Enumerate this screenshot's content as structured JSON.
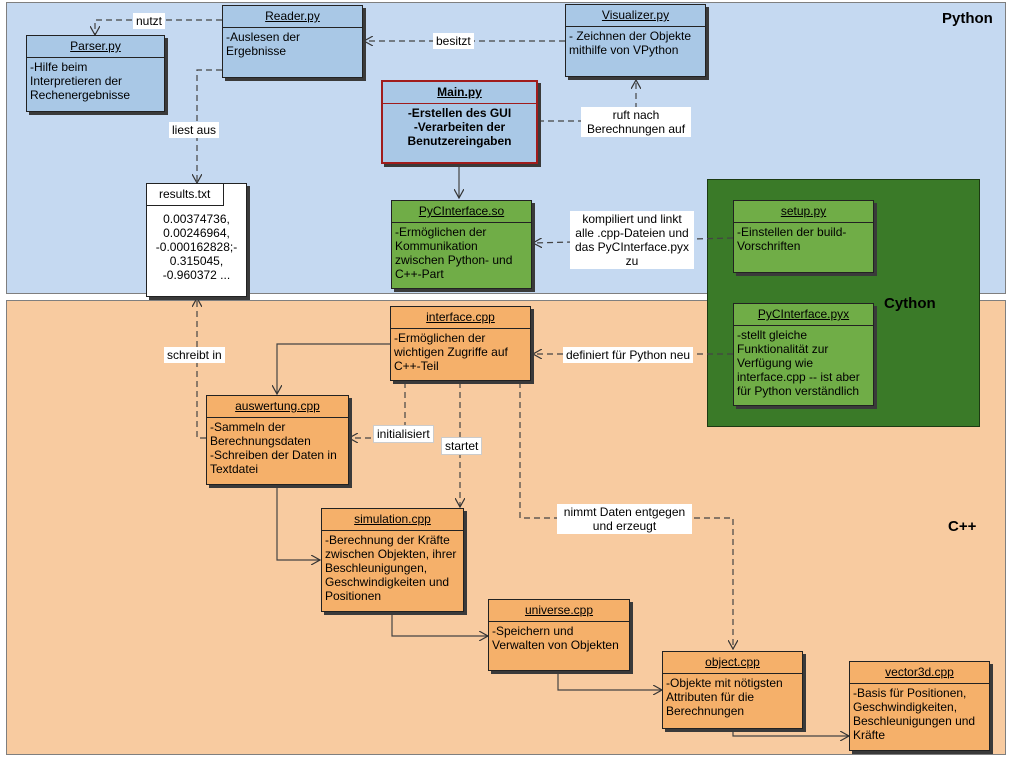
{
  "regions": {
    "python": "Python",
    "cython": "Cython",
    "cpp": "C++"
  },
  "boxes": {
    "parser": {
      "title": "Parser.py",
      "body": "-Hilfe beim Interpretieren der Rechenergebnisse"
    },
    "reader": {
      "title": "Reader.py",
      "body": "-Auslesen der Ergebnisse"
    },
    "visualizer": {
      "title": "Visualizer.py",
      "body": "- Zeichnen der Objekte mithilfe von VPython"
    },
    "main": {
      "title": "Main.py",
      "body": "-Erstellen des GUI\n-Verarbeiten der Benutzereingaben"
    },
    "results": {
      "title": "results.txt",
      "body": "0.00374736,\n0.00246964,\n-0.000162828;-\n0.315045,\n-0.960372 ..."
    },
    "pycinterface_so": {
      "title": "PyCInterface.so",
      "body": "-Ermöglichen der Kommunikation zwischen Python- und C++-Part"
    },
    "setup": {
      "title": "setup.py",
      "body": "-Einstellen der build-Vorschriften"
    },
    "pycinterface_pyx": {
      "title": "PyCInterface.pyx",
      "body": "-stellt gleiche Funktionalität zur Verfügung wie interface.cpp -- ist aber für Python verständlich"
    },
    "interface": {
      "title": "interface.cpp",
      "body": "-Ermöglichen der wichtigen Zugriffe auf C++-Teil"
    },
    "auswertung": {
      "title": "auswertung.cpp",
      "body": "-Sammeln der Berechnungsdaten\n-Schreiben der Daten in Textdatei"
    },
    "simulation": {
      "title": "simulation.cpp",
      "body": "-Berechnung der Kräfte zwischen Objekten, ihrer Beschleunigungen, Geschwindigkeiten und Positionen"
    },
    "universe": {
      "title": "universe.cpp",
      "body": "-Speichern und Verwalten von Objekten"
    },
    "object": {
      "title": "object.cpp",
      "body": "-Objekte mit nötigsten Attributen für die Berechnungen"
    },
    "vector3d": {
      "title": "vector3d.cpp",
      "body": "-Basis für Positionen, Geschwindigkeiten, Beschleunigungen und Kräfte"
    }
  },
  "edge_labels": {
    "nutzt": "nutzt",
    "besitzt": "besitzt",
    "liest_aus": "liest aus",
    "ruft_nach": "ruft nach\nBerechnungen auf",
    "kompiliert": "kompiliert und linkt\nalle .cpp-Dateien und\ndas PyCInterface.pyx\nzu",
    "schreibt_in": "schreibt in",
    "definiert": "definiert für Python neu",
    "initialisiert": "initialisiert",
    "startet": "startet",
    "nimmt_daten": "nimmt Daten entgegen\nund erzeugt"
  },
  "colors": {
    "python_bg": "#c5d9f1",
    "cpp_bg": "#f8cba0",
    "cython_bg": "#3a7a28",
    "box_blue": "#a9c8e6",
    "box_orange": "#f5b06a",
    "box_green": "#70ad47",
    "main_border": "#a01c1c"
  }
}
